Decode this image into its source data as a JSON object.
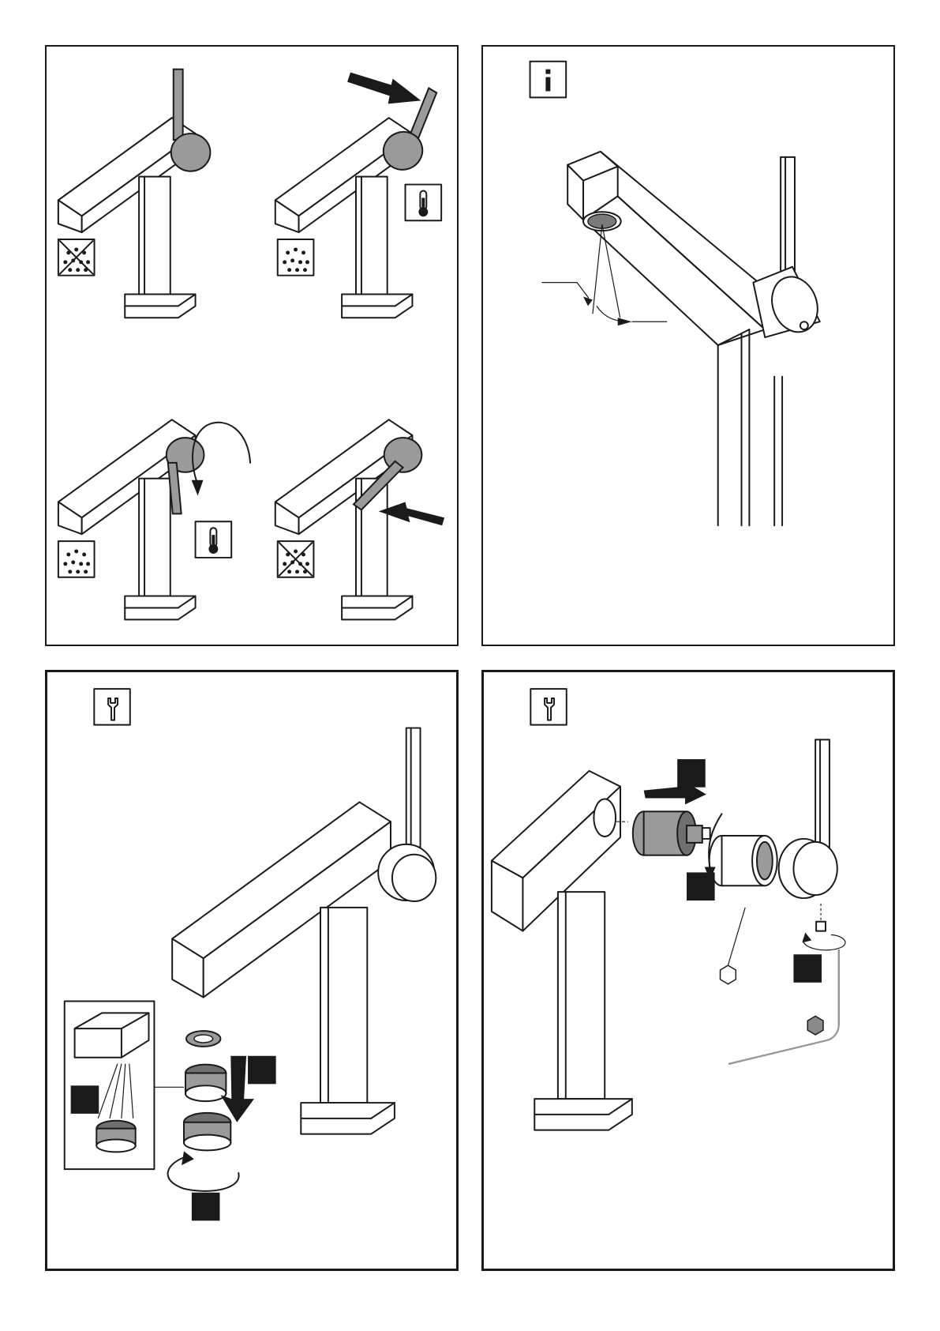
{
  "diagram": {
    "panels": [
      {
        "id": "operation",
        "icons": [
          "no-water-icon",
          "water-flow-icon",
          "thermometer-icon"
        ]
      },
      {
        "id": "information",
        "icons": [
          "info-icon"
        ]
      },
      {
        "id": "aerator-maintenance",
        "icons": [
          "wrench-icon"
        ],
        "step_boxes": 3
      },
      {
        "id": "cartridge-maintenance",
        "icons": [
          "wrench-icon",
          "hex-nut-icon",
          "hex-key-icon"
        ],
        "step_boxes": 3
      }
    ],
    "colors": {
      "ink": "#1a1a1a",
      "part_grey": "#9a9a9a",
      "part_dark_grey": "#6f6f6f",
      "background": "#ffffff"
    }
  }
}
